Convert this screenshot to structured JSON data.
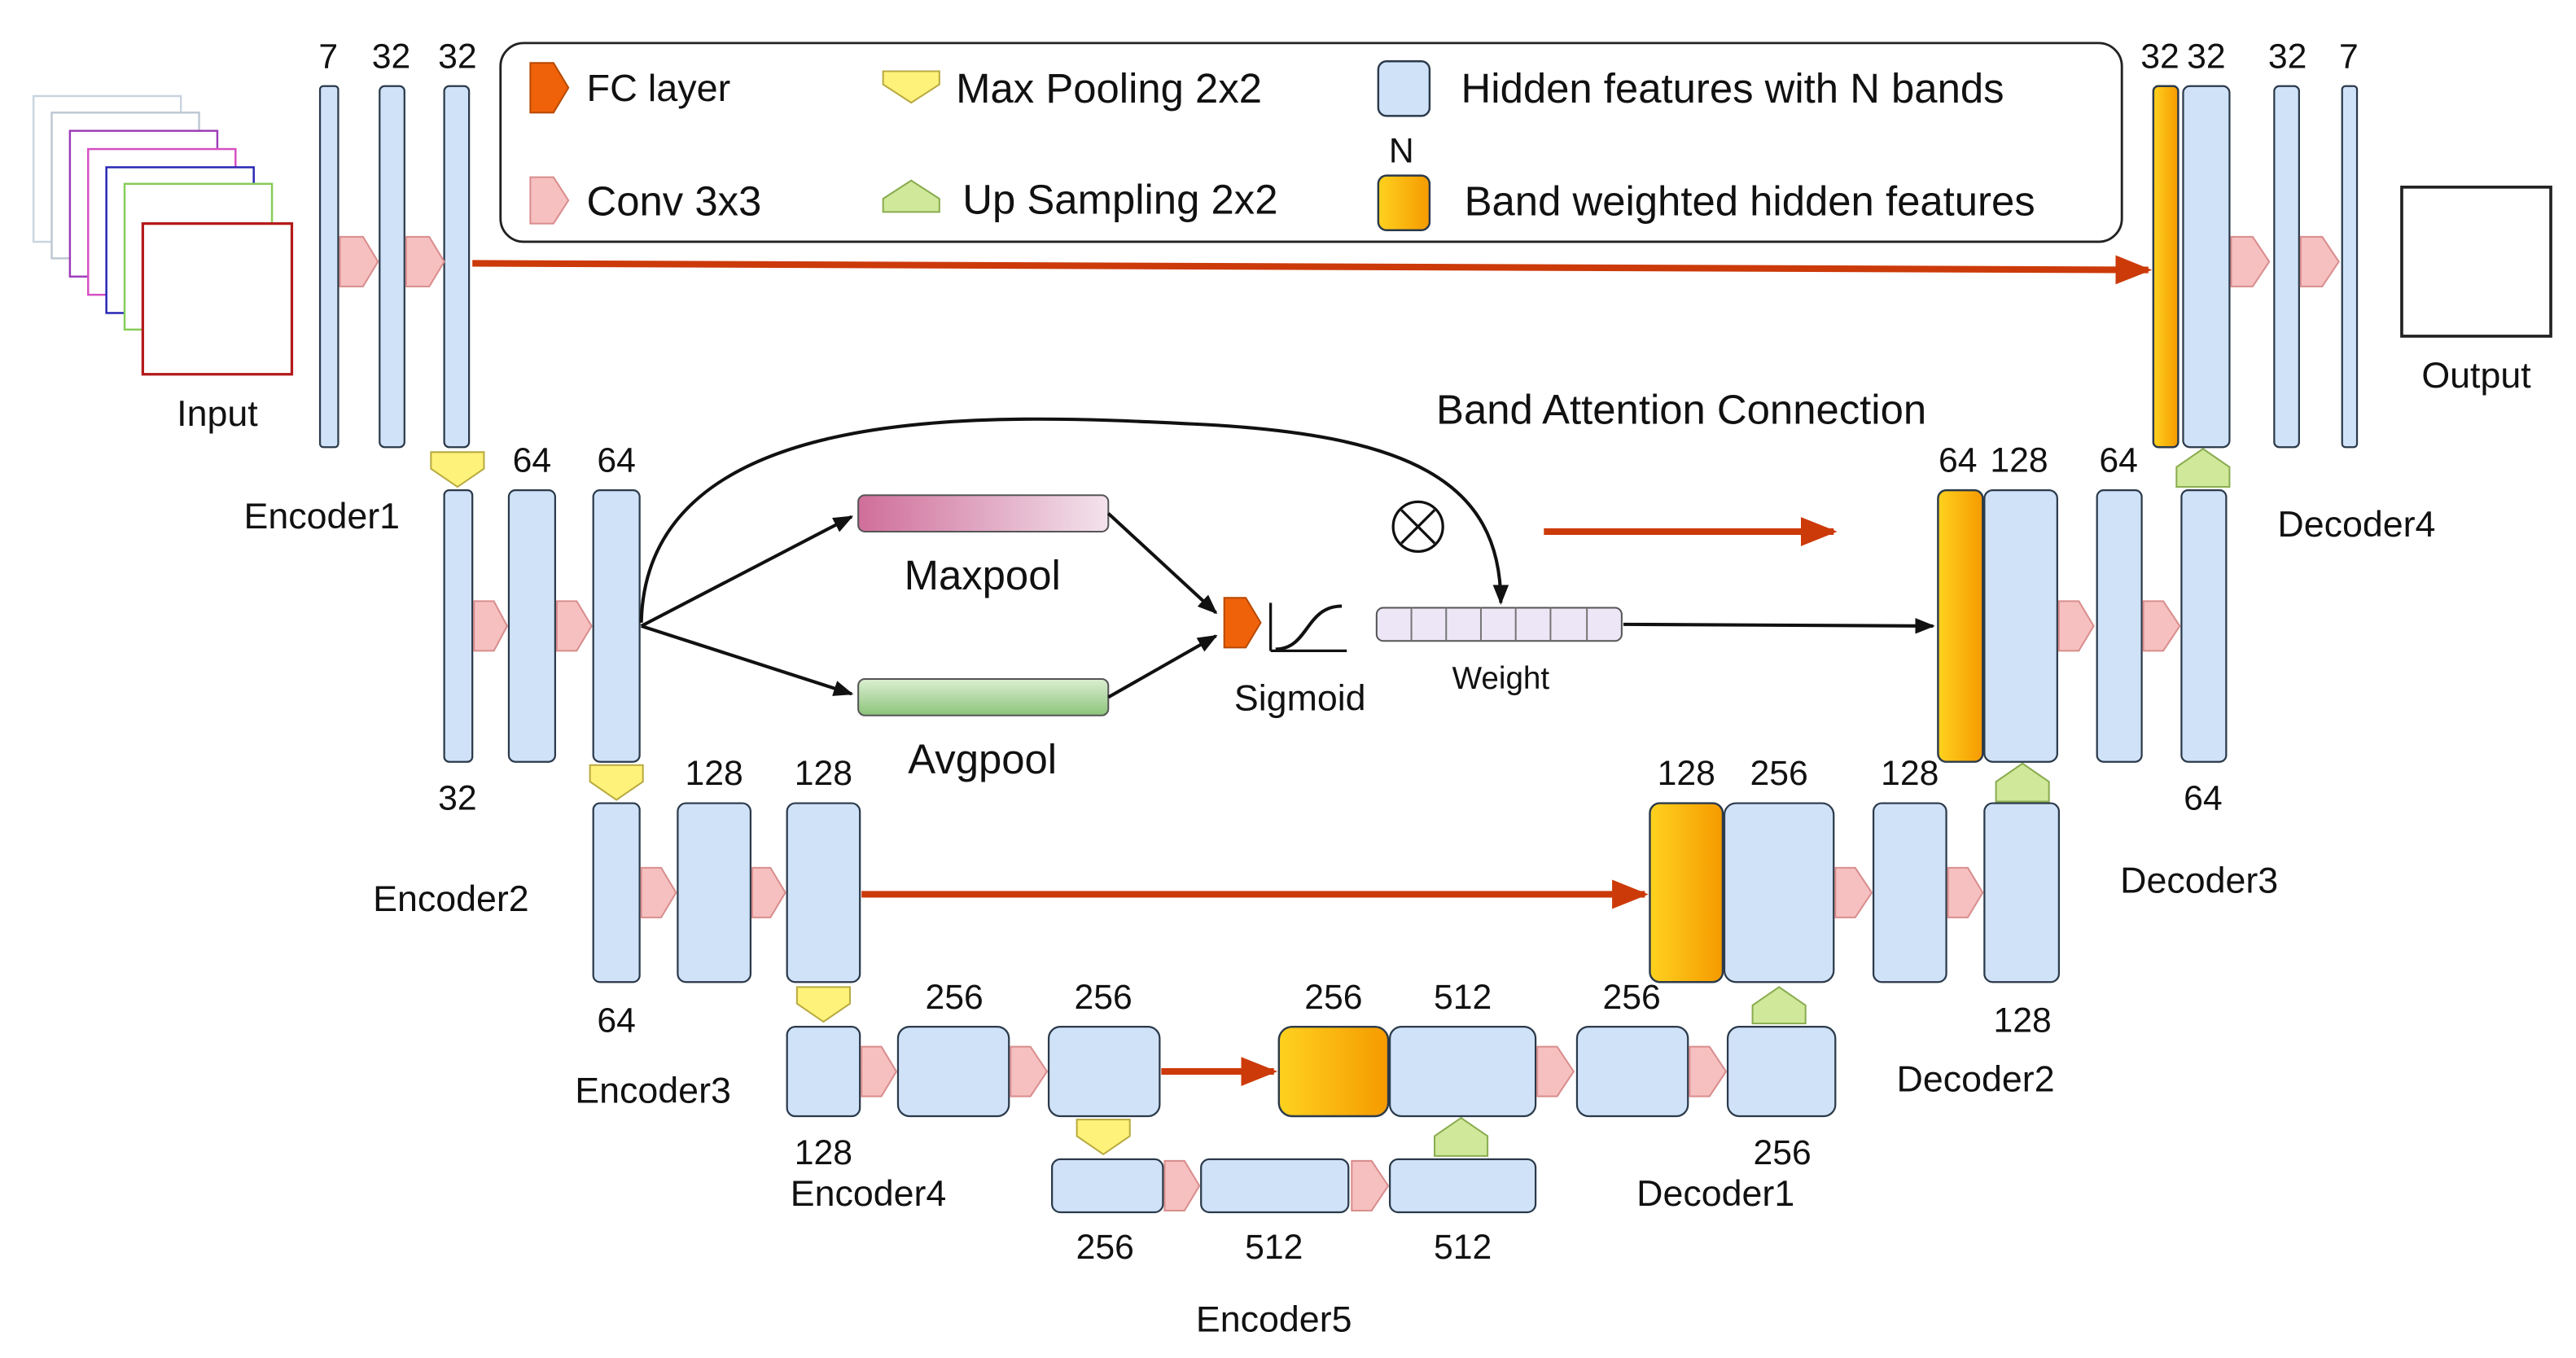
{
  "legend": {
    "fc_layer": "FC layer",
    "conv": "Conv 3x3",
    "max_pooling": "Max Pooling 2x2",
    "up_sampling": "Up Sampling 2x2",
    "hidden_features": "Hidden features with N bands",
    "band_weighted": "Band weighted hidden features",
    "n_label": "N"
  },
  "labels": {
    "input": "Input",
    "output": "Output",
    "encoder1": "Encoder1",
    "encoder2": "Encoder2",
    "encoder3": "Encoder3",
    "encoder4": "Encoder4",
    "encoder5": "Encoder5",
    "decoder1": "Decoder1",
    "decoder2": "Decoder2",
    "decoder3": "Decoder3",
    "decoder4": "Decoder4",
    "band_attention": "Band Attention Connection",
    "maxpool": "Maxpool",
    "avgpool": "Avgpool",
    "sigmoid": "Sigmoid",
    "weight": "Weight"
  },
  "band_counts": {
    "enc1": [
      "7",
      "32",
      "32"
    ],
    "enc2": [
      "32",
      "64",
      "64"
    ],
    "enc3": [
      "64",
      "128",
      "128"
    ],
    "enc4": [
      "128",
      "256",
      "256"
    ],
    "enc5": [
      "256",
      "512",
      "512"
    ],
    "dec1": [
      "256",
      "512",
      "256",
      "256"
    ],
    "dec2": [
      "128",
      "256",
      "128",
      "128"
    ],
    "dec3": [
      "64",
      "128",
      "64",
      "64"
    ],
    "dec4": [
      "32",
      "32",
      "32",
      "7"
    ]
  },
  "colors": {
    "feature_fill": "#cfe2f8",
    "feature_stroke": "#2b3a4a",
    "weighted_from": "#ffd21f",
    "weighted_to": "#f59a00",
    "conv": "#f6c0c0",
    "maxpool": "#fff27a",
    "upsample": "#cfe89a",
    "fc": "#f0620a",
    "skip_arrow": "#cc3a0a",
    "maxpool_bar": "#cf6e9a",
    "avgpool_bar": "#8cc47a",
    "weight_cells": "#ece6f6"
  }
}
